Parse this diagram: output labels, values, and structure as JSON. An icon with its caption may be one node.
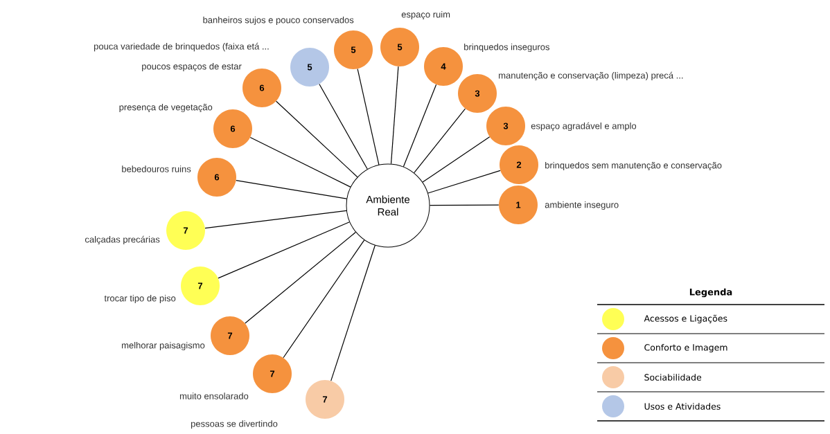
{
  "diagram": {
    "nodes": [
      {
        "text": [
          "Ambiente Real"
        ]
      },
      {
        "text": [
          "5"
        ],
        "beside": [
          "pouca variedade de brinquedos (faixa etá ..."
        ]
      },
      {
        "text": [
          "5"
        ],
        "beside": [
          "banheiros sujos e pouco conservados"
        ]
      },
      {
        "text": [
          "5"
        ],
        "beside": [
          "espaço ruim"
        ]
      },
      {
        "text": [
          "4"
        ],
        "beside": [
          "brinquedos inseguros"
        ]
      },
      {
        "text": [
          "3"
        ],
        "beside": [
          "manutenção e conservação (limpeza) precá ..."
        ]
      },
      {
        "text": [
          "3"
        ],
        "beside": [
          "espaço agradável e amplo"
        ]
      },
      {
        "text": [
          "2"
        ],
        "beside": [
          "brinquedos sem manutenção e conservação"
        ]
      },
      {
        "text": [
          "1"
        ],
        "beside": [
          "ambiente inseguro"
        ]
      },
      {
        "text": [
          "6"
        ],
        "beside": [
          "poucos espaços de estar"
        ]
      },
      {
        "text": [
          "6"
        ],
        "beside": [
          "presença de vegetação"
        ]
      },
      {
        "text": [
          "6"
        ],
        "beside": [
          "bebedouros ruins"
        ]
      },
      {
        "text": [
          "7"
        ],
        "beside": [
          "calçadas precárias"
        ]
      },
      {
        "text": [
          "7"
        ],
        "beside": [
          "trocar tipo de piso"
        ]
      },
      {
        "text": [
          "7"
        ],
        "beside": [
          "melhorar paisagismo"
        ]
      },
      {
        "text": [
          "7"
        ],
        "beside": [
          "muito ensolarado"
        ]
      },
      {
        "text": [
          "7"
        ],
        "beside": [
          "pessoas se divertindo"
        ]
      }
    ],
    "edges": [
      {
        "from": 0,
        "to": 1,
        "arrow": "none"
      },
      {
        "from": 0,
        "to": 2,
        "arrow": "none"
      },
      {
        "from": 0,
        "to": 3,
        "arrow": "none"
      },
      {
        "from": 0,
        "to": 4,
        "arrow": "none"
      },
      {
        "from": 0,
        "to": 5,
        "arrow": "none"
      },
      {
        "from": 0,
        "to": 6,
        "arrow": "none"
      },
      {
        "from": 0,
        "to": 7,
        "arrow": "none"
      },
      {
        "from": 0,
        "to": 8,
        "arrow": "none"
      },
      {
        "from": 0,
        "to": 9,
        "arrow": "none"
      },
      {
        "from": 0,
        "to": 10,
        "arrow": "none"
      },
      {
        "from": 0,
        "to": 11,
        "arrow": "none"
      },
      {
        "from": 0,
        "to": 12,
        "arrow": "none"
      },
      {
        "from": 0,
        "to": 13,
        "arrow": "none"
      },
      {
        "from": 0,
        "to": 14,
        "arrow": "none"
      },
      {
        "from": 0,
        "to": 15,
        "arrow": "none"
      },
      {
        "from": 0,
        "to": 16,
        "arrow": "none"
      }
    ],
    "labels": [
      "Legenda"
    ],
    "legend": [
      {
        "text": "Acessos e Ligações",
        "color": "#ffff55"
      },
      {
        "text": "Conforto e Imagem",
        "color": "#f5923e"
      },
      {
        "text": "Sociabilidade",
        "color": "#f8cba6"
      },
      {
        "text": "Usos e Atividades",
        "color": "#b4c7e7"
      }
    ]
  }
}
